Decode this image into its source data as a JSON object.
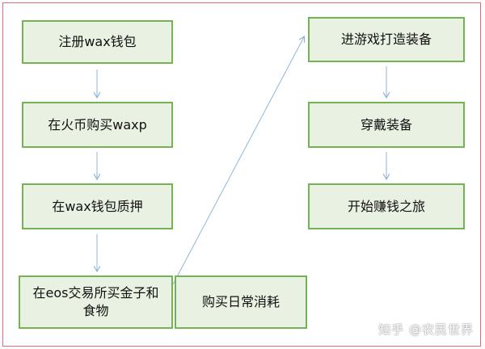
{
  "nodes": {
    "register_wallet": "注册wax钱包",
    "buy_waxp": "在火币购买waxp",
    "stake_wallet": "在wax钱包质押",
    "buy_gold_food": "在eos交易所买金子和食物",
    "buy_consumables": "购买日常消耗",
    "enter_game": "进游戏打造装备",
    "wear_equipment": "穿戴装备",
    "start_earning": "开始赚钱之旅"
  },
  "watermark": "知乎 @农民世界",
  "colors": {
    "node_fill": "#e9f1e2",
    "node_border": "#74b254",
    "arrow": "#8fb6d8",
    "frame": "#e06b74"
  }
}
